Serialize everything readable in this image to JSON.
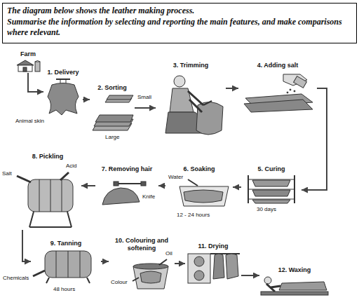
{
  "diagram": {
    "nodes": [
      {
        "text": [
          "The diagram below shows the leather making process.",
          "Summarise the information by selecting and reporting the main features, and make comparisons where relevant."
        ]
      },
      {
        "text": [
          "Farm"
        ]
      },
      {
        "text": [
          "1. Delivery"
        ]
      },
      {
        "text": [
          "2. Sorting"
        ]
      },
      {
        "text": [
          "3. Trimming"
        ]
      },
      {
        "text": [
          "4. Adding salt"
        ]
      },
      {
        "text": [
          "5. Curing"
        ]
      },
      {
        "text": [
          "6. Soaking"
        ]
      },
      {
        "text": [
          "7. Removing hair"
        ]
      },
      {
        "text": [
          "8. Pickling"
        ]
      },
      {
        "text": [
          "9. Tanning"
        ]
      },
      {
        "text": [
          "10. Colouring and softening"
        ]
      },
      {
        "text": [
          "11. Drying"
        ]
      },
      {
        "text": [
          "12. Waxing"
        ]
      }
    ],
    "edges": [
      {
        "from": 1,
        "to": 2,
        "arrow": "to"
      },
      {
        "from": 2,
        "to": 3,
        "arrow": "to"
      },
      {
        "from": 3,
        "to": 4,
        "arrow": "to"
      },
      {
        "from": 4,
        "to": 5,
        "arrow": "to"
      },
      {
        "from": 5,
        "to": 6,
        "arrow": "to"
      },
      {
        "from": 6,
        "to": 7,
        "arrow": "to"
      },
      {
        "from": 7,
        "to": 8,
        "arrow": "to"
      },
      {
        "from": 8,
        "to": 9,
        "arrow": "to"
      },
      {
        "from": 9,
        "to": 10,
        "arrow": "to"
      },
      {
        "from": 10,
        "to": 11,
        "arrow": "to"
      },
      {
        "from": 11,
        "to": 12,
        "arrow": "to"
      },
      {
        "from": 12,
        "to": 13,
        "arrow": "to"
      }
    ],
    "labels": [
      "Animal skin",
      "Small",
      "Large",
      "Knife",
      "Water",
      "12 - 24 hours",
      "30 days",
      "Salt",
      "Acid",
      "Chemicals",
      "48 hours",
      "Colour",
      "Oil"
    ]
  }
}
